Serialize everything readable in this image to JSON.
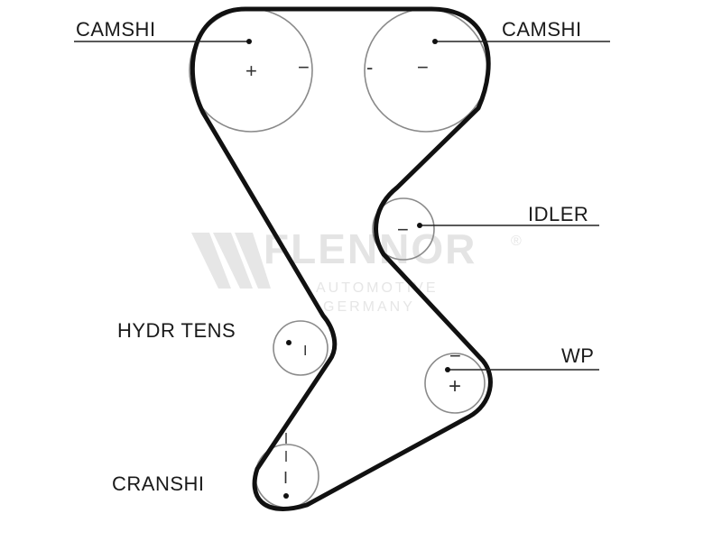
{
  "diagram": {
    "labels": {
      "camshaft_left": "CAMSHI",
      "camshaft_right": "CAMSHI",
      "idler": "IDLER",
      "hydr_tens": "HYDR TENS",
      "wp": "WP",
      "crankshaft": "CRANSHI"
    },
    "pulley_marks": {
      "camshaft_left": [
        "+",
        "−"
      ],
      "camshaft_right": [
        "-",
        "−"
      ],
      "idler": [
        "−"
      ],
      "hydr_tens": [
        "I"
      ],
      "wp": [
        "−",
        "+"
      ],
      "crankshaft": [
        "I"
      ]
    }
  },
  "watermark": {
    "brand": "FLENNOR",
    "registered": "®",
    "sub1": "AUTOMOTIVE",
    "sub2": "GERMANY"
  },
  "colors": {
    "belt": "#111111",
    "pulley_outline": "#8a8a8a",
    "watermark": "#e4e4e4",
    "text": "#1a1a1a"
  }
}
